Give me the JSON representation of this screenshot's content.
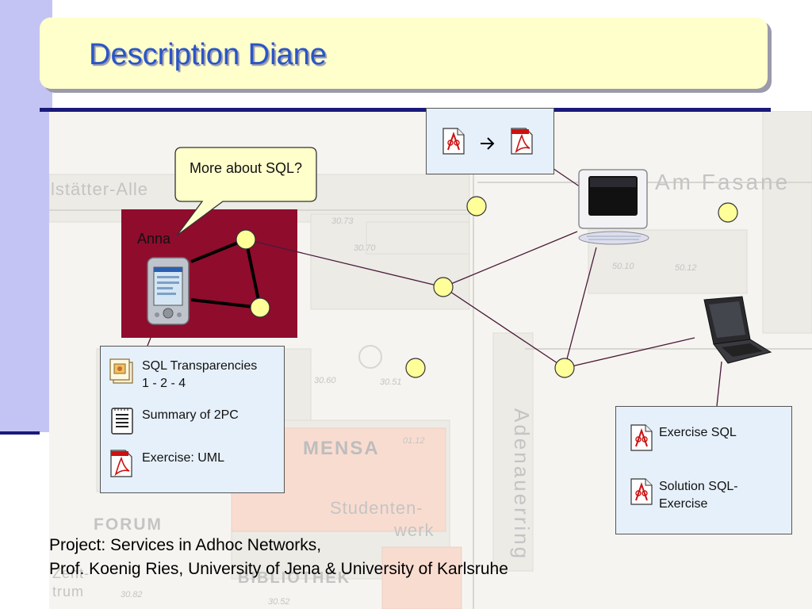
{
  "slide": {
    "title": "Description Diane",
    "callout": "More about SQL?",
    "device_label": "Anna"
  },
  "map_labels": {
    "street_top_left": "lstätter-Alle",
    "street_top_right": "Am Fasane",
    "building_a": "30.73",
    "building_b": "30.70",
    "building_c": "50.10",
    "building_d": "50.12",
    "building_e": "30.60",
    "building_f": "30.51",
    "building_g": "01.12",
    "building_h": "30.82",
    "building_i": "30.52",
    "mensa": "MENSA",
    "studentenwerk_1": "Studenten-",
    "studentenwerk_2": "werk",
    "adenauerring": "Adenauerring",
    "forum": "FORUM",
    "zentrum_1": "Zent-",
    "zentrum_2": "trum",
    "bibliothek": "BIBLIOTHEK"
  },
  "documents": [
    {
      "icon": "presentation-icon",
      "label": "SQL Transparencies\n1 - 2 - 4"
    },
    {
      "icon": "text-document-icon",
      "label": "Summary of 2PC"
    },
    {
      "icon": "pdf-icon",
      "label": "Exercise: UML"
    }
  ],
  "exercises": [
    {
      "icon": "postscript-icon",
      "label": "Exercise SQL"
    },
    {
      "icon": "postscript-icon",
      "label": "Solution SQL-\nExercise"
    }
  ],
  "footer": {
    "line1": "Project: Services in Adhoc Networks,",
    "line2": "Prof. Koenig Ries, University of Jena & University of Karlsruhe"
  },
  "colors": {
    "title": "#2a55c8",
    "title_bg": "#ffffcc",
    "sidebar": "#c4c4f4",
    "rule": "#1a1a7a",
    "device_area": "#8f0c2c",
    "node": "#ffff99",
    "panel": "#e6f0fa"
  }
}
